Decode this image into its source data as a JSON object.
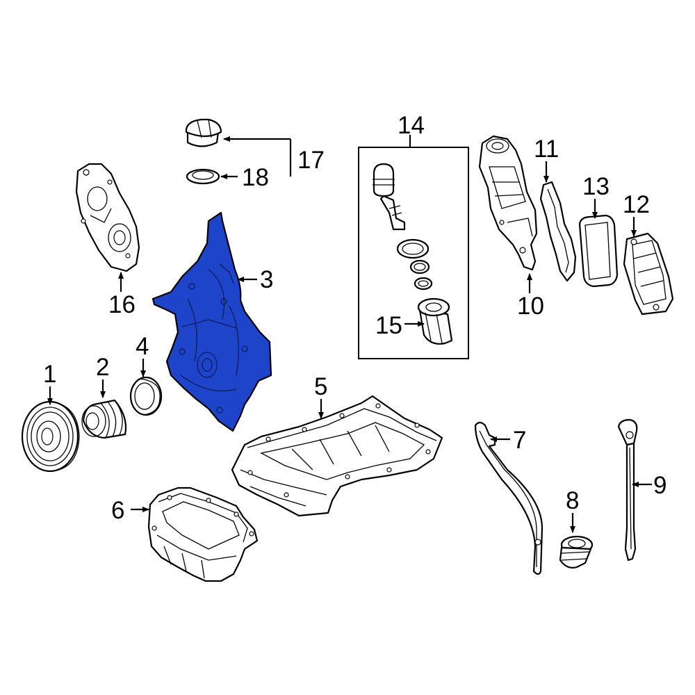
{
  "callouts": {
    "c1": "1",
    "c2": "2",
    "c3": "3",
    "c4": "4",
    "c5": "5",
    "c6": "6",
    "c7": "7",
    "c8": "8",
    "c9": "9",
    "c10": "10",
    "c11": "11",
    "c12": "12",
    "c13": "13",
    "c14": "14",
    "c15": "15",
    "c16": "16",
    "c17": "17",
    "c18": "18"
  },
  "colors": {
    "highlight": "#1e45c9",
    "line": "#000000",
    "background": "#ffffff"
  },
  "highlighted_part": "3"
}
